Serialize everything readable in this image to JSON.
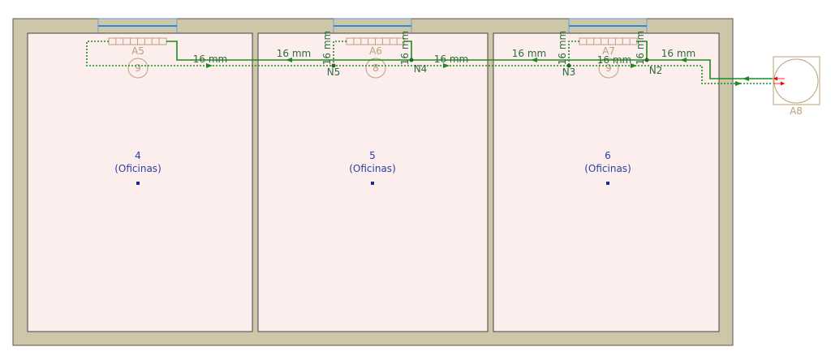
{
  "rooms": [
    {
      "number": "4",
      "name": "(Oficinas)"
    },
    {
      "number": "5",
      "name": "(Oficinas)"
    },
    {
      "number": "6",
      "name": "(Oficinas)"
    }
  ],
  "radiators": [
    {
      "label": "A5",
      "elements": "9"
    },
    {
      "label": "A6",
      "elements": "8"
    },
    {
      "label": "A7",
      "elements": "9"
    }
  ],
  "boiler": {
    "label": "A8"
  },
  "nodes": [
    "N5",
    "N4",
    "N3",
    "N2"
  ],
  "pipe_label": "16 mm",
  "colors": {
    "wall": "#cdc6a8",
    "room": "#fdeeee",
    "pipe": "#1e8a1e",
    "window": "#2a8ae0",
    "text": "#2a3ea0"
  }
}
